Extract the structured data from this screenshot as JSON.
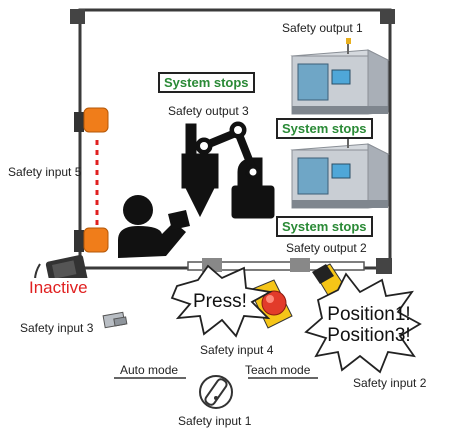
{
  "labels": {
    "safety_output_1": "Safety output 1",
    "safety_output_2": "Safety output 2",
    "safety_output_3": "Safety output 3",
    "safety_input_1": "Safety input 1",
    "safety_input_2": "Safety input 2",
    "safety_input_3": "Safety input 3",
    "safety_input_4": "Safety input 4",
    "safety_input_5": "Safety input 5",
    "auto_mode": "Auto mode",
    "teach_mode": "Teach mode"
  },
  "status": {
    "system_stops_robot": "System stops",
    "system_stops_machine_1": "System stops",
    "system_stops_machine_2": "System stops",
    "inactive": "Inactive"
  },
  "bursts": {
    "press": "Press!",
    "position_line_1": "Position1!",
    "position_line_2": "Position3!"
  },
  "colors": {
    "status_green": "#2a8a36",
    "inactive_red": "#e02020",
    "sensor_orange": "#f07d1a",
    "beam_red": "#e02020",
    "estop_yellow": "#f5c518",
    "estop_red": "#e23b2a"
  },
  "icons": {
    "fence": "safety-fence",
    "machine": "cnc-machine-tool",
    "robot": "industrial-robot",
    "operator": "operator-person",
    "light_curtain": "light-curtain-sensor",
    "door_switch": "door-interlock-switch",
    "enabling_switch": "three-position-enabling-switch",
    "mode_selector": "mode-selector-key-switch",
    "emergency_stop": "emergency-stop-button"
  }
}
